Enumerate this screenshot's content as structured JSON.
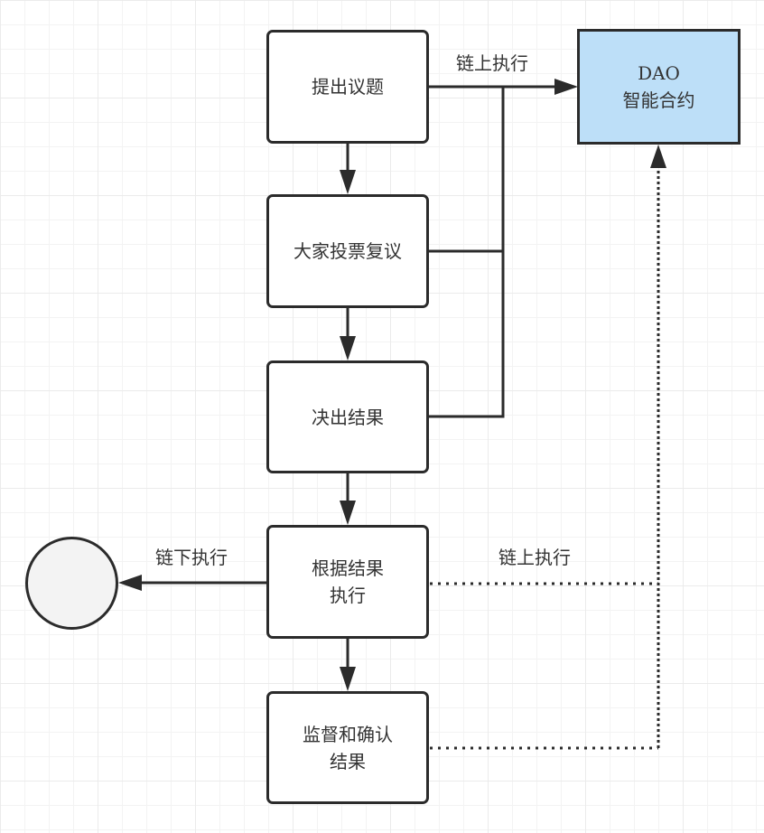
{
  "diagram": {
    "type": "flowchart",
    "nodes": [
      {
        "id": "propose",
        "lines": [
          "提出议题"
        ]
      },
      {
        "id": "vote",
        "lines": [
          "大家投票复议"
        ]
      },
      {
        "id": "decide",
        "lines": [
          "决出结果"
        ]
      },
      {
        "id": "execute",
        "lines": [
          "根据结果",
          "执行"
        ]
      },
      {
        "id": "supervise",
        "lines": [
          "监督和确认",
          "结果"
        ]
      },
      {
        "id": "dao",
        "lines": [
          "DAO",
          "智能合约"
        ]
      },
      {
        "id": "offchain-end",
        "lines": []
      }
    ],
    "edges": [
      {
        "from": "propose",
        "to": "vote",
        "style": "solid",
        "label": ""
      },
      {
        "from": "vote",
        "to": "decide",
        "style": "solid",
        "label": ""
      },
      {
        "from": "decide",
        "to": "execute",
        "style": "solid",
        "label": ""
      },
      {
        "from": "execute",
        "to": "supervise",
        "style": "solid",
        "label": ""
      },
      {
        "from": "propose",
        "to": "dao",
        "style": "solid",
        "label": "链上执行"
      },
      {
        "from": "vote",
        "to": "dao",
        "style": "solid",
        "label": ""
      },
      {
        "from": "decide",
        "to": "dao",
        "style": "solid",
        "label": ""
      },
      {
        "from": "execute",
        "to": "offchain-end",
        "style": "solid",
        "label": "链下执行"
      },
      {
        "from": "execute",
        "to": "dao",
        "style": "dotted",
        "label": "链上执行"
      },
      {
        "from": "supervise",
        "to": "dao",
        "style": "dotted",
        "label": ""
      }
    ],
    "labels": {
      "onchain_top": "链上执行",
      "offchain": "链下执行",
      "onchain_bottom": "链上执行"
    },
    "colors": {
      "stroke": "#2b2b2b",
      "node_fill": "#ffffff",
      "dao_fill": "#bddff8",
      "terminal_fill": "#f3f3f3",
      "text": "#333333"
    }
  }
}
